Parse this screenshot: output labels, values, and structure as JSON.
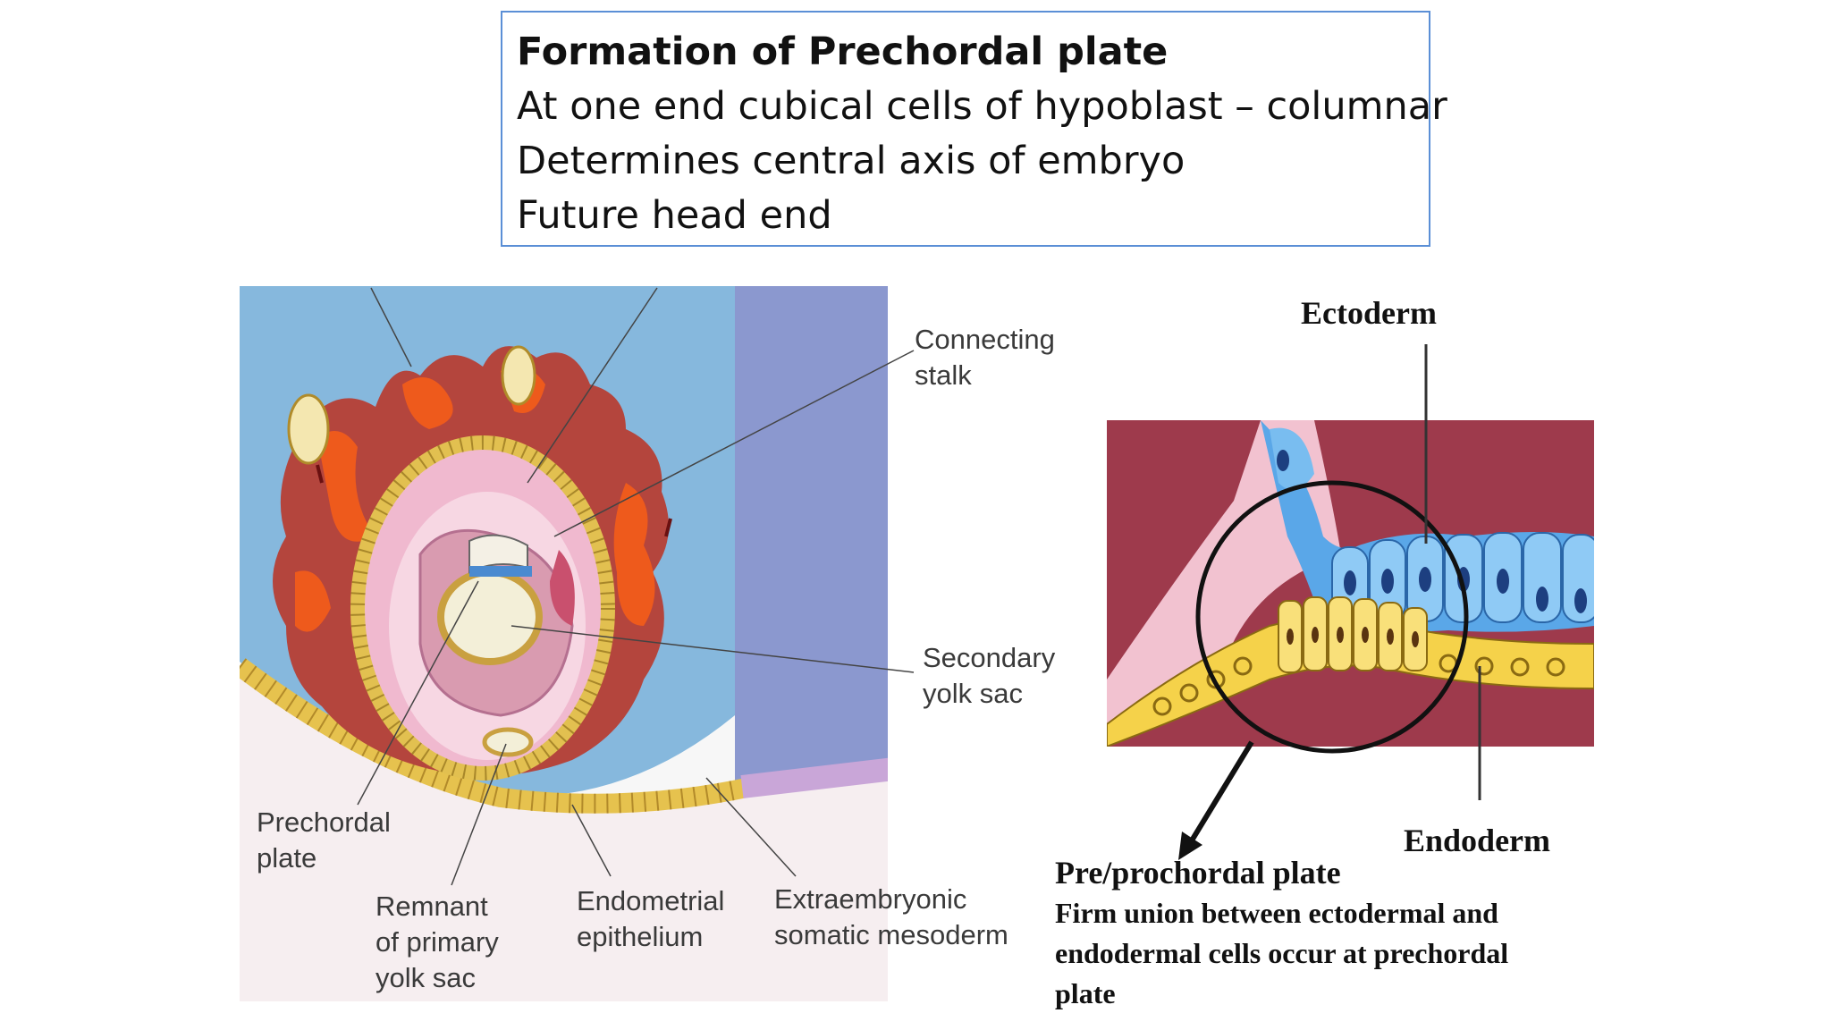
{
  "slide": {
    "heading": "Formation of Prechordal plate",
    "lines": [
      "At one end cubical cells of hypoblast – columnar",
      "Determines central axis of  embryo",
      "Future head end"
    ]
  },
  "left_figure": {
    "labels": {
      "connecting_stalk": [
        "Connecting",
        "stalk"
      ],
      "secondary_yolk_sac": [
        "Secondary",
        "yolk sac"
      ],
      "prechordal_plate": [
        "Prechordal",
        "plate"
      ],
      "remnant_primary_yolk_sac": [
        "Remnant",
        "of primary",
        "yolk sac"
      ],
      "endometrial_epithelium": [
        "Endometrial",
        "epithelium"
      ],
      "extraembryonic_somatic_mesoderm": [
        "Extraembryonic",
        "somatic mesoderm"
      ]
    },
    "colors": {
      "background_blue": "#86b8dd",
      "uterine_wall": "#b2423a",
      "lacunae_orange": "#ee5a1c",
      "cells_yellow": "#f2d35c",
      "cavity_pink": "#f2c8d8"
    }
  },
  "right_figure": {
    "labels": {
      "ectoderm": "Ectoderm",
      "endoderm": "Endoderm",
      "plate_title": "Pre/prochordal plate",
      "caption": [
        "Firm union between ectodermal and",
        "endodermal cells occur at prechordal",
        "plate"
      ]
    },
    "colors": {
      "background": "#9e3a4c",
      "ectoderm_blue": "#5aa7e8",
      "endoderm_yellow": "#f5d24a"
    }
  }
}
